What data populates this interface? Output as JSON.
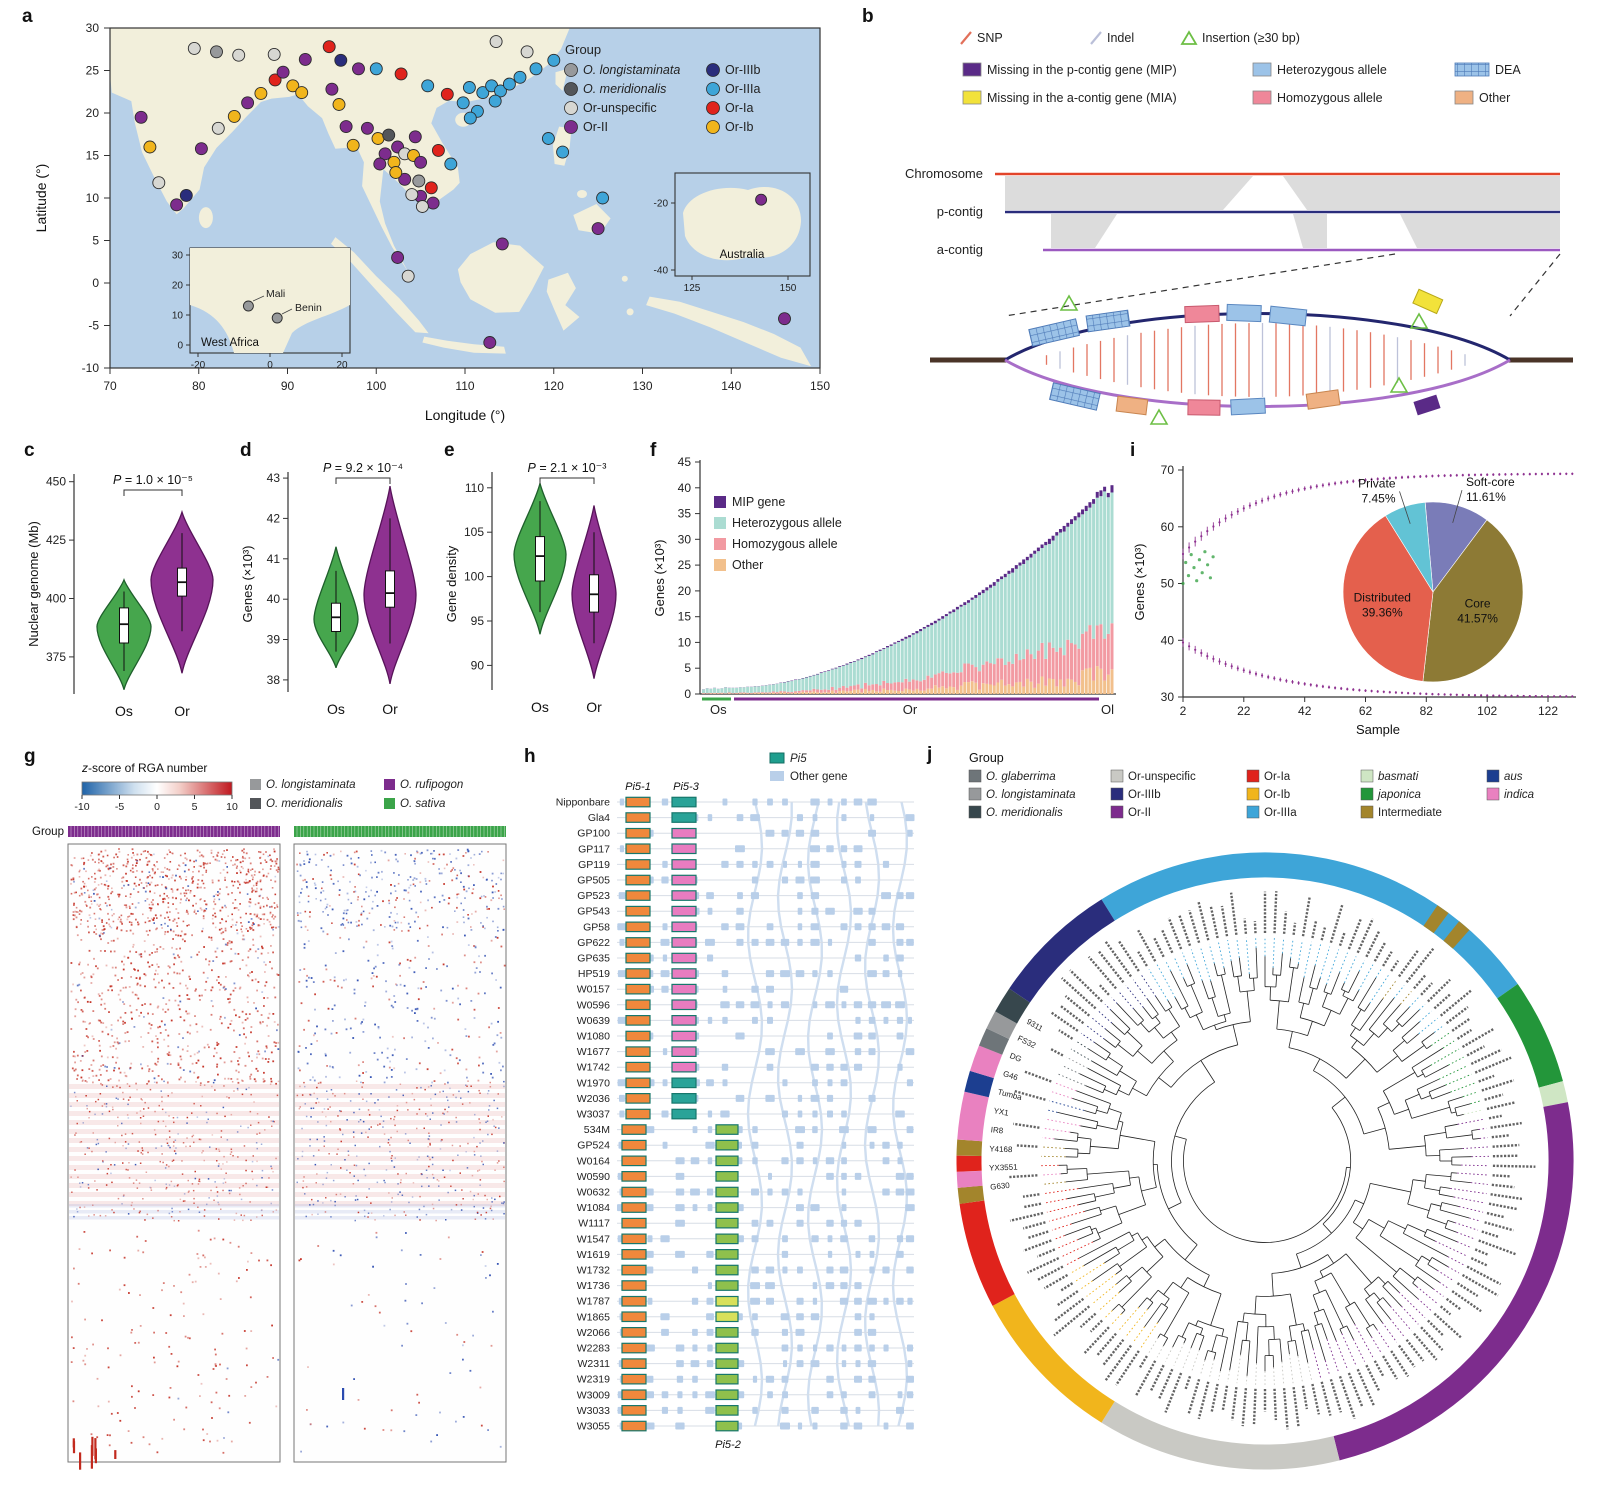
{
  "panel_a": {
    "label": "a",
    "xlabel": "Longitude (°)",
    "ylabel": "Latitude (°)",
    "xticks": [
      70,
      80,
      90,
      100,
      110,
      120,
      130,
      140,
      150
    ],
    "yticks": [
      30,
      25,
      20,
      15,
      10,
      5,
      0,
      -5,
      -10
    ],
    "legend_title": "Group",
    "groups": [
      {
        "label": "O. longistaminata",
        "color": "#97999b",
        "italic": true
      },
      {
        "label": "O. meridionalis",
        "color": "#53565a",
        "italic": true
      },
      {
        "label": "Or-unspecific",
        "color": "#d7d7d2",
        "italic": false
      },
      {
        "label": "Or-II",
        "color": "#7d2c8d",
        "italic": false
      },
      {
        "label": "Or-IIIb",
        "color": "#2a2d7c",
        "italic": false
      },
      {
        "label": "Or-IIIa",
        "color": "#3ea5d8",
        "italic": false
      },
      {
        "label": "Or-Ia",
        "color": "#e0231c",
        "italic": false
      },
      {
        "label": "Or-Ib",
        "color": "#f1b51c",
        "italic": false
      }
    ],
    "points": [
      [
        79.5,
        27.6,
        2
      ],
      [
        82,
        27.2,
        0
      ],
      [
        84.5,
        26.8,
        2
      ],
      [
        88.5,
        26.9,
        2
      ],
      [
        92,
        26.3,
        3
      ],
      [
        94.7,
        27.8,
        6
      ],
      [
        96,
        26.2,
        4
      ],
      [
        98,
        25.2,
        3
      ],
      [
        73.5,
        19.5,
        3
      ],
      [
        74.5,
        16,
        7
      ],
      [
        75.5,
        11.8,
        2
      ],
      [
        77.5,
        9.2,
        3
      ],
      [
        78.6,
        10.3,
        4
      ],
      [
        80.3,
        15.8,
        3
      ],
      [
        82.2,
        18.2,
        2
      ],
      [
        84,
        19.6,
        7
      ],
      [
        85.5,
        21.2,
        3
      ],
      [
        87,
        22.3,
        7
      ],
      [
        88.6,
        23.9,
        6
      ],
      [
        89.5,
        24.8,
        3
      ],
      [
        90.6,
        23.2,
        7
      ],
      [
        91.6,
        22.4,
        7
      ],
      [
        95,
        22.8,
        3
      ],
      [
        95.8,
        21,
        7
      ],
      [
        96.6,
        18.4,
        3
      ],
      [
        97.4,
        16.2,
        7
      ],
      [
        100,
        25.2,
        5
      ],
      [
        102.8,
        24.6,
        6
      ],
      [
        105.8,
        23.2,
        5
      ],
      [
        108,
        22.2,
        6
      ],
      [
        109.8,
        21.2,
        5
      ],
      [
        110.5,
        23,
        5
      ],
      [
        112,
        22.4,
        5
      ],
      [
        113,
        23.2,
        5
      ],
      [
        114,
        22.6,
        5
      ],
      [
        115,
        23.4,
        5
      ],
      [
        113.4,
        21.4,
        5
      ],
      [
        111.4,
        20.2,
        5
      ],
      [
        116.2,
        24.2,
        5
      ],
      [
        118,
        25.2,
        5
      ],
      [
        120,
        26.2,
        5
      ],
      [
        117,
        27.2,
        2
      ],
      [
        113.5,
        28.4,
        2
      ],
      [
        110.6,
        19.4,
        5
      ],
      [
        99,
        18.2,
        3
      ],
      [
        100.2,
        17,
        7
      ],
      [
        101,
        15.2,
        3
      ],
      [
        102,
        14.2,
        7
      ],
      [
        100.4,
        14,
        3
      ],
      [
        102.4,
        16,
        3
      ],
      [
        103.2,
        15.2,
        2
      ],
      [
        104.2,
        15,
        7
      ],
      [
        105,
        14.2,
        3
      ],
      [
        103.2,
        12.2,
        3
      ],
      [
        104.8,
        12,
        0
      ],
      [
        106.2,
        11.2,
        6
      ],
      [
        105,
        10.2,
        3
      ],
      [
        104,
        10.4,
        2
      ],
      [
        102.2,
        13,
        7
      ],
      [
        101.4,
        17.4,
        1
      ],
      [
        104.4,
        17.2,
        3
      ],
      [
        107,
        15.6,
        6
      ],
      [
        108.4,
        14,
        5
      ],
      [
        106.4,
        9.4,
        3
      ],
      [
        105.2,
        9,
        2
      ],
      [
        102.4,
        3,
        3
      ],
      [
        103.6,
        0.8,
        2
      ],
      [
        114.2,
        4.6,
        3
      ],
      [
        112.8,
        -7,
        3
      ],
      [
        125,
        6.4,
        3
      ],
      [
        119.4,
        17,
        5
      ],
      [
        121,
        15.4,
        5
      ],
      [
        125.5,
        10,
        5
      ],
      [
        146,
        -4.2,
        3
      ]
    ],
    "inset_west_africa": {
      "title": "West Africa",
      "xticks": [
        -20,
        0,
        20
      ],
      "yticks": [
        30,
        20,
        10,
        0
      ],
      "points": [
        {
          "label": "Mali",
          "lon": -6,
          "lat": 13
        },
        {
          "label": "Benin",
          "lon": 2,
          "lat": 9
        }
      ]
    },
    "inset_australia": {
      "title": "Australia",
      "xticks": [
        125,
        150
      ],
      "yticks": [
        -20,
        -40
      ],
      "points": [
        {
          "lon": 143,
          "lat": -19
        }
      ]
    }
  },
  "panel_b": {
    "label": "b",
    "legend_marks": [
      {
        "label": "SNP",
        "kind": "slash",
        "color": "#e2705a"
      },
      {
        "label": "Indel",
        "kind": "slash",
        "color": "#babfd8"
      },
      {
        "label": "Insertion (≥30 bp)",
        "kind": "triangle",
        "color": "#6dbf45"
      }
    ],
    "legend_boxes": [
      {
        "label": "Missing in the p-contig gene (MIP)",
        "color": "#5a2a87",
        "hatch": false
      },
      {
        "label": "Heterozygous allele",
        "color": "#9cc3e8",
        "hatch": false
      },
      {
        "label": "DEA",
        "color": "#9cc3e8",
        "hatch": true
      },
      {
        "label": "Missing in the a-contig gene (MIA)",
        "color": "#f2e23a",
        "hatch": false
      },
      {
        "label": "Homozygous allele",
        "color": "#ef8799",
        "hatch": false
      },
      {
        "label": "Other",
        "color": "#efb183",
        "hatch": false
      }
    ],
    "tracks": [
      "Chromosome",
      "p-contig",
      "a-contig"
    ]
  },
  "panel_c": {
    "label": "c",
    "p_italic": "P",
    "p_text": " = 1.0 × 10⁻⁵",
    "ylabel": "Nuclear genome (Mb)",
    "yticks": [
      450,
      425,
      400,
      375
    ],
    "xcats": [
      "Os",
      "Or"
    ],
    "violins": [
      {
        "max": 408,
        "mode": 388,
        "min": 361,
        "q1": 381,
        "q3": 396,
        "med": 389,
        "wlo": 369,
        "whi": 403
      },
      {
        "max": 437,
        "mode": 408,
        "min": 368,
        "q1": 401,
        "q3": 413,
        "med": 407,
        "wlo": 386,
        "whi": 428
      }
    ]
  },
  "panel_d": {
    "label": "d",
    "p_italic": "P",
    "p_text": " = 9.2 × 10⁻⁴",
    "ylabel": "Genes (×10³)",
    "yticks": [
      43,
      42,
      41,
      40,
      39,
      38
    ],
    "xcats": [
      "Os",
      "Or"
    ],
    "violins": [
      {
        "max": 41.3,
        "mode": 39.5,
        "min": 38.3,
        "q1": 39.2,
        "q3": 39.9,
        "med": 39.55,
        "wlo": 38.7,
        "whi": 40.7
      },
      {
        "max": 42.8,
        "mode": 40.1,
        "min": 37.9,
        "q1": 39.8,
        "q3": 40.7,
        "med": 40.15,
        "wlo": 38.9,
        "whi": 42.0
      }
    ]
  },
  "panel_e": {
    "label": "e",
    "p_italic": "P",
    "p_text": " = 2.1 × 10⁻³",
    "ylabel": "Gene density",
    "yticks": [
      110,
      105,
      100,
      95,
      90
    ],
    "xcats": [
      "Os",
      "Or"
    ],
    "violins": [
      {
        "max": 110.5,
        "mode": 102.5,
        "min": 93.5,
        "q1": 99.5,
        "q3": 104.5,
        "med": 102.3,
        "wlo": 96,
        "whi": 108.5
      },
      {
        "max": 108,
        "mode": 98,
        "min": 88.5,
        "q1": 96,
        "q3": 100.2,
        "med": 98,
        "wlo": 92.5,
        "whi": 105
      }
    ]
  },
  "panel_f": {
    "label": "f",
    "ylabel": "Genes (×10³)",
    "yticks": [
      0,
      5,
      10,
      15,
      20,
      25,
      30,
      35,
      40,
      45
    ],
    "group_axis": [
      {
        "label": "Os",
        "color": "#3ba449"
      },
      {
        "label": "Or",
        "color": "#7d2c8d"
      },
      {
        "label": "Ol",
        "color": "#7d2c8d"
      }
    ],
    "legend": [
      {
        "label": "MIP gene",
        "color": "#5a2a87"
      },
      {
        "label": "Heterozygous allele",
        "color": "#abdcd2"
      },
      {
        "label": "Homozygous allele",
        "color": "#f29aa2"
      },
      {
        "label": "Other",
        "color": "#f2c08c"
      }
    ],
    "bars_os": [
      0.9,
      1.1,
      1.0,
      1.2,
      1.0,
      1.1,
      1.3,
      1.2
    ],
    "bars_or": [
      1.2,
      1.2,
      1.3,
      1.3,
      1.4,
      1.4,
      1.5,
      1.5,
      1.6,
      1.7,
      1.8,
      1.9,
      2.0,
      2.2,
      2.3,
      2.5,
      2.6,
      2.8,
      2.9,
      3.1,
      3.3,
      3.5,
      3.7,
      3.9,
      4.2,
      4.4,
      4.6,
      4.9,
      5.1,
      5.4,
      5.6,
      5.9,
      6.2,
      6.4,
      6.7,
      7.0,
      7.3,
      7.6,
      7.9,
      8.3,
      8.6,
      8.9,
      9.3,
      9.6,
      10.0,
      10.3,
      10.7,
      11.1,
      11.4,
      11.8,
      12.2,
      12.6,
      13.0,
      13.4,
      13.8,
      14.2,
      14.6,
      15.1,
      15.5,
      16.0,
      16.4,
      16.9,
      17.3,
      17.8,
      18.2,
      18.7,
      19.2,
      19.7,
      20.2,
      20.7,
      21.2,
      21.7,
      22.3,
      22.8,
      23.3,
      23.9,
      24.4,
      25.0,
      25.5,
      26.1,
      26.6,
      27.2,
      27.8,
      28.4,
      29.0,
      29.5,
      30.1,
      30.7,
      31.4,
      32.0,
      32.6,
      33.2,
      33.9,
      34.5,
      35.2,
      35.8,
      36.5,
      37.2,
      37.8,
      39.2
    ],
    "bars_ol": [
      39.5,
      40.2,
      39.0,
      40.5
    ]
  },
  "panel_g": {
    "label": "g",
    "colorbar": {
      "title_italic": "z",
      "title_rest": "-score of RGA number",
      "ticks": [
        -10,
        -5,
        0,
        5,
        10
      ],
      "neg_color": "#1f63a8",
      "pos_color": "#c0181f"
    },
    "legend": [
      {
        "label": "O. longistaminata",
        "color": "#97999b",
        "italic": true
      },
      {
        "label": "O. meridionalis",
        "color": "#53565a",
        "italic": true
      },
      {
        "label": "O. rufipogon",
        "color": "#7d2c8d",
        "italic": true
      },
      {
        "label": "O. sativa",
        "color": "#3ba449",
        "italic": true
      }
    ],
    "group_label": "Group",
    "blocks": [
      {
        "group": "O. rufipogon",
        "color": "#7d2c8d"
      },
      {
        "group": "O. sativa",
        "color": "#3ba449"
      }
    ]
  },
  "panel_h": {
    "label": "h",
    "legend": [
      {
        "label": "Pi5",
        "color": "#1f9e8e",
        "italic": true
      },
      {
        "label": "Other gene",
        "color": "#b9cfe9",
        "italic": false
      }
    ],
    "gene_top_labels": [
      "Pi5-1",
      "Pi5-3"
    ],
    "gene_bottom_label": "Pi5-2",
    "accessions": [
      "Nipponbare",
      "Gla4",
      "GP100",
      "GP117",
      "GP119",
      "GP505",
      "GP523",
      "GP543",
      "GP58",
      "GP622",
      "GP635",
      "HP519",
      "W0157",
      "W0596",
      "W0639",
      "W1080",
      "W1677",
      "W1742",
      "W1970",
      "W2036",
      "W3037",
      "534M",
      "GP524",
      "W0164",
      "W0590",
      "W0632",
      "W1084",
      "W1117",
      "W1547",
      "W1619",
      "W1732",
      "W1736",
      "W1787",
      "W1865",
      "W2066",
      "W2283",
      "W2311",
      "W2319",
      "W3009",
      "W3033",
      "W3055"
    ]
  },
  "panel_i": {
    "label": "i",
    "ylabel": "Genes (×10³)",
    "xlabel": "Sample",
    "yticks": [
      70,
      60,
      50,
      40,
      30
    ],
    "xticks": [
      2,
      22,
      42,
      62,
      82,
      102,
      122
    ],
    "pie": [
      {
        "label": "Soft-core",
        "pct": "11.61%",
        "value": 11.61,
        "color": "#7a7cb8"
      },
      {
        "label": "Core",
        "pct": "41.57%",
        "value": 41.57,
        "color": "#8d7a35"
      },
      {
        "label": "Distributed",
        "pct": "39.36%",
        "value": 39.36,
        "color": "#e4604d"
      },
      {
        "label": "Private",
        "pct": "7.45%",
        "value": 7.45,
        "color": "#62c3d5"
      }
    ]
  },
  "panel_j": {
    "label": "j",
    "legend_title": "Group",
    "legend_cols": [
      [
        {
          "label": "O. glaberrima",
          "color": "#6e7579",
          "italic": true
        },
        {
          "label": "O. longistaminata",
          "color": "#97999b",
          "italic": true
        },
        {
          "label": "O. meridionalis",
          "color": "#37474d",
          "italic": true
        }
      ],
      [
        {
          "label": "Or-unspecific",
          "color": "#c9c9c4",
          "italic": false
        },
        {
          "label": "Or-IIIb",
          "color": "#2a2d7c",
          "italic": false
        },
        {
          "label": "Or-II",
          "color": "#7d2c8d",
          "italic": false
        }
      ],
      [
        {
          "label": "Or-Ia",
          "color": "#e0231c",
          "italic": false
        },
        {
          "label": "Or-Ib",
          "color": "#f1b51c",
          "italic": false
        },
        {
          "label": "Or-IIIa",
          "color": "#3ea5d8",
          "italic": false
        }
      ],
      [
        {
          "label": "basmati",
          "color": "#cfe6c4",
          "italic": true
        },
        {
          "label": "japonica",
          "color": "#23963a",
          "italic": true
        },
        {
          "label": "Intermediate",
          "color": "#a3852c",
          "italic": false
        }
      ],
      [
        {
          "label": "aus",
          "color": "#1c3e90",
          "italic": true
        },
        {
          "label": "indica",
          "color": "#e981c0",
          "italic": true
        }
      ]
    ],
    "ring": [
      {
        "group": "Or-IIIa",
        "a0": 328,
        "a1": 415,
        "color": "#3ea5d8"
      },
      {
        "group": "Intermediate",
        "a0": 394,
        "a1": 396.5,
        "color": "#a3852c"
      },
      {
        "group": "Intermediate",
        "a0": 399,
        "a1": 401.5,
        "color": "#a3852c"
      },
      {
        "group": "japonica",
        "a0": 55,
        "a1": 75,
        "color": "#23963a"
      },
      {
        "group": "basmati",
        "a0": 75,
        "a1": 79,
        "color": "#cfe6c4"
      },
      {
        "group": "Or-II",
        "a0": 79,
        "a1": 166,
        "color": "#7d2c8d"
      },
      {
        "group": "Or-unspecific",
        "a0": 166,
        "a1": 212,
        "color": "#c9c9c4"
      },
      {
        "group": "Or-Ib",
        "a0": 212,
        "a1": 242,
        "color": "#f1b51c"
      },
      {
        "group": "Or-Ia",
        "a0": 242,
        "a1": 262,
        "color": "#e0231c"
      },
      {
        "group": "Intermediate",
        "a0": 262,
        "a1": 265,
        "color": "#a3852c"
      },
      {
        "group": "indica",
        "a0": 265,
        "a1": 268,
        "color": "#e981c0"
      },
      {
        "group": "Or-Ia",
        "a0": 268,
        "a1": 271,
        "color": "#e0231c"
      },
      {
        "group": "Intermediate",
        "a0": 271,
        "a1": 274,
        "color": "#a3852c"
      },
      {
        "group": "indica",
        "a0": 274,
        "a1": 283,
        "color": "#e981c0"
      },
      {
        "group": "aus",
        "a0": 283,
        "a1": 287,
        "color": "#1c3e90"
      },
      {
        "group": "indica",
        "a0": 287,
        "a1": 292,
        "color": "#e981c0"
      },
      {
        "group": "O. glaberrima",
        "a0": 292,
        "a1": 295.5,
        "color": "#6e7579"
      },
      {
        "group": "O. longistaminata",
        "a0": 295.5,
        "a1": 299,
        "color": "#97999b"
      },
      {
        "group": "O. meridionalis",
        "a0": 299,
        "a1": 304,
        "color": "#37474d"
      },
      {
        "group": "Or-IIIb",
        "a0": 304,
        "a1": 328,
        "color": "#2a2d7c"
      }
    ],
    "tip_labels_visible": [
      "G630",
      "YX3551",
      "Y4168",
      "IR8",
      "YX1",
      "Tumba",
      "G46",
      "DG",
      "FS32",
      "9311"
    ]
  }
}
